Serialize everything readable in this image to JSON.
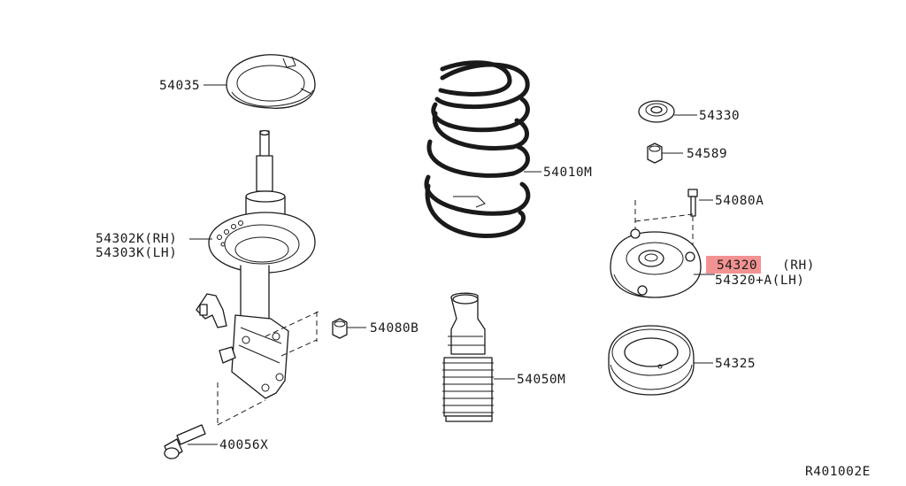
{
  "labels": {
    "p54035": "54035",
    "p54302k": "54302K(RH)",
    "p54303k": "54303K(LH)",
    "p54010m": "54010M",
    "p54330": "54330",
    "p54589": "54589",
    "p54080a": "54080A",
    "p54320_num": "54320",
    "p54320_rh": "(RH)",
    "p54320_lh": "54320+A(LH)",
    "p54080b": "54080B",
    "p54050m": "54050M",
    "p54325": "54325",
    "p40056x": "40056X",
    "ref": "R401002E"
  },
  "colors": {
    "highlight": "#f07f7f",
    "line": "#1a1a1a",
    "background": "#ffffff"
  }
}
